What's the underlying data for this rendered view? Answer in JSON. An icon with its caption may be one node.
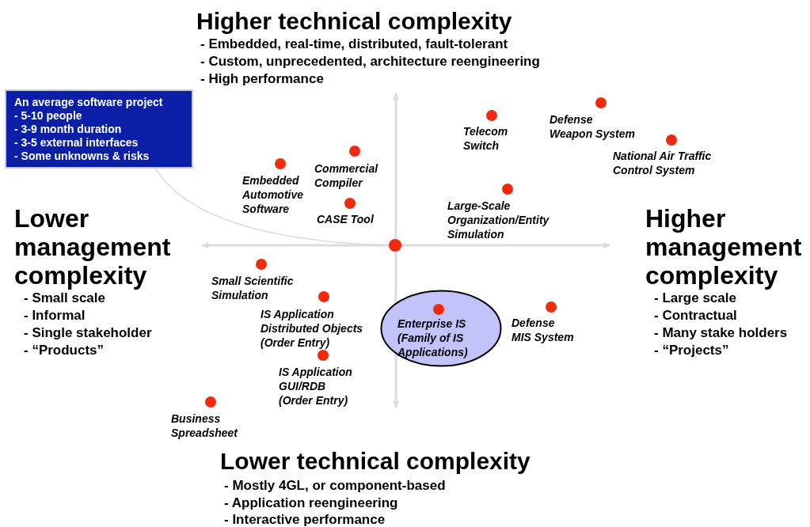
{
  "diagram": {
    "nodes": [
      {
        "text": [
          "An average software project",
          "- 5-10 people",
          "- 3-9 month duration",
          "- 3-5 external interfaces",
          "- Some unknowns & risks"
        ]
      },
      {
        "text": [],
        "shape": "circle"
      },
      {
        "text": [
          "Enterprise IS (Family of IS Applications)"
        ]
      }
    ],
    "edges": [
      {
        "from": 0,
        "to": 1,
        "arrow": "none"
      }
    ],
    "labels": [
      "Higher technical complexity",
      "- Embedded, real-time, distributed, fault-tolerant",
      "- Custom, unprecedented, architecture reengineering",
      "- High performance",
      "Telecom Switch",
      "Defense Weapon System",
      "National Air Traffic Control System",
      "Commercial Compiler",
      "Embedded Automotive Software",
      "Large-Scale Organization/Entity Simulation",
      "CASE Tool",
      "Lower management complexity",
      "- Small scale",
      "- Informal",
      "- Single stakeholder",
      "- “Products”",
      "Higher management complexity",
      "- Large scale",
      "- Contractual",
      "- Many stake holders",
      "- “Projects”",
      "Small Scientific Simulation",
      "IS Application Distributed Objects (Order Entry)",
      "Defense MIS System",
      "IS Application GUI/RDB (Order Entry)",
      "Business Spreadsheet",
      "Lower technical complexity",
      "- Mostly 4GL, or component-based",
      "- Application reengineering",
      "- Interactive performance"
    ]
  }
}
